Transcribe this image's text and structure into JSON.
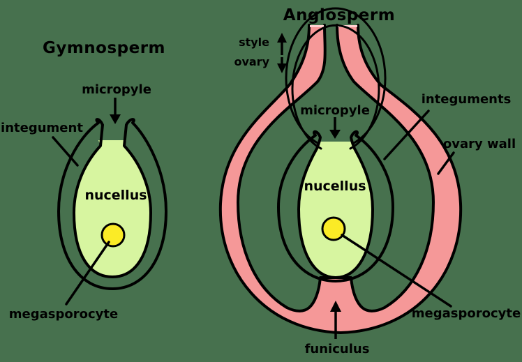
{
  "colors": {
    "background": "#47714E",
    "ovary_pink": "#F59898",
    "ovary_pink_cut": "#FFD2D2",
    "integument_blue": "#C9E2EC",
    "nucellus_green": "#D7F5A0",
    "megasporocyte_yellow": "#FBEB26",
    "outline": "#000000"
  },
  "left_diagram": {
    "title": "Gymnosperm",
    "labels": {
      "micropyle": "micropyle",
      "integument": "integument",
      "nucellus": "nucellus",
      "megasporocyte": "megasporocyte"
    }
  },
  "right_diagram": {
    "title": "Anglosperm",
    "labels": {
      "style": "style",
      "ovary": "ovary",
      "micropyle": "micropyle",
      "integuments": "integuments",
      "ovary_wall": "ovary wall",
      "nucellus": "nucellus",
      "megasporocyte": "megasporocyte",
      "funiculus": "funiculus"
    }
  }
}
